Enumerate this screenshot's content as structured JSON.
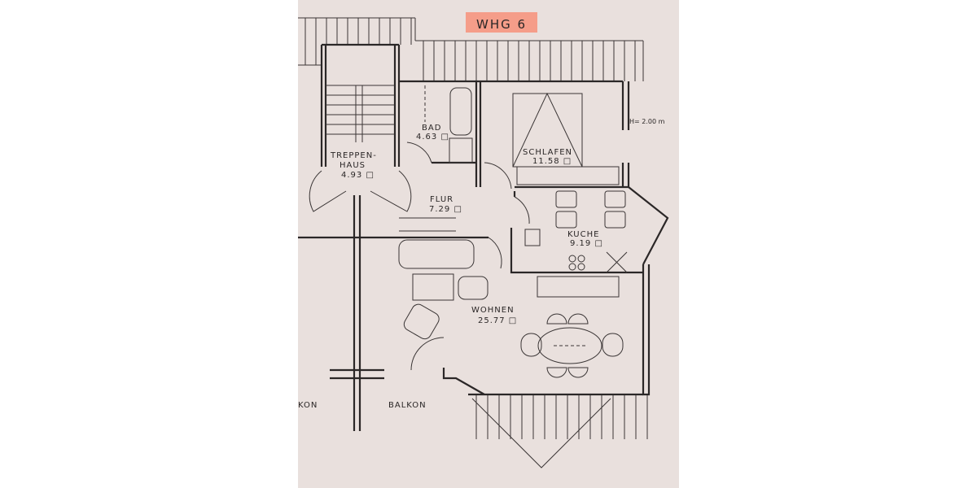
{
  "title": "WHG 6",
  "highlight_color": "#f7907a",
  "height_note": "H= 2.00 m",
  "rooms": [
    {
      "name": "TREPPEN-",
      "name2": "HAUS",
      "area": "4.93 □"
    },
    {
      "name": "BAD",
      "area": "4.63 □"
    },
    {
      "name": "SCHLAFEN",
      "area": "11.58 □"
    },
    {
      "name": "FLUR",
      "area": "7.29 □"
    },
    {
      "name": "KUCHE",
      "area": "9.19 □"
    },
    {
      "name": "WOHNEN",
      "area": "25.77 □"
    }
  ],
  "balconies": [
    "KON",
    "BALKON"
  ]
}
